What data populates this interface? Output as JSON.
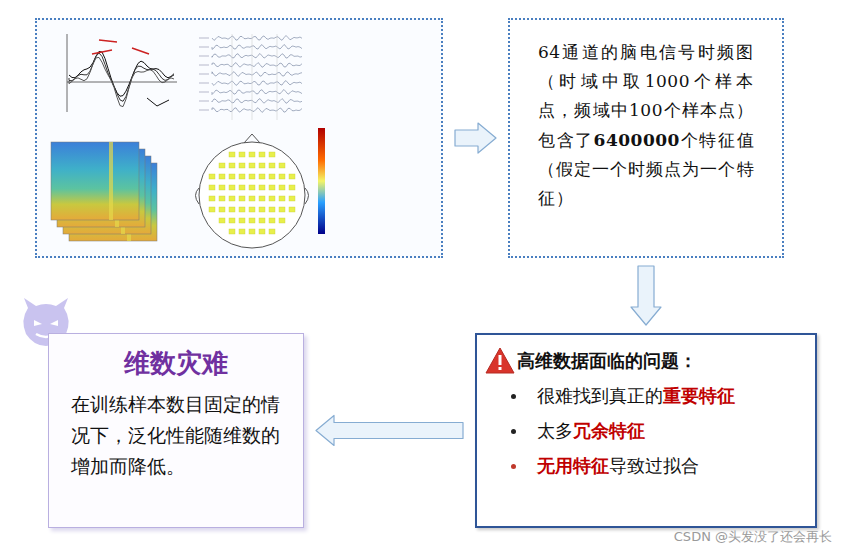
{
  "diagram": {
    "nodes": [
      {
        "text": []
      },
      {
        "text": [
          "64通道的脑电信号时频图（时域中取1000个样本点，频域中100个样本点）包含了6400000个特征值（假定一个时频点为一个特征）"
        ]
      },
      {
        "text": [
          "高维数据面临的问题：",
          "很难找到真正的重要特征",
          "太多冗余特征",
          "无用特征导致过拟合"
        ]
      },
      {
        "text": [
          "维数灾难",
          "在训练样本数目固定的情况下，泛化性能随维数的增加而降低。"
        ]
      }
    ],
    "edges": [
      {
        "from": 0,
        "to": 1,
        "arrow": "to"
      },
      {
        "from": 1,
        "to": 2,
        "arrow": "to"
      },
      {
        "from": 2,
        "to": 3,
        "arrow": "to"
      }
    ],
    "labels": [
      "CSDN @头发没了还会再长"
    ]
  }
}
